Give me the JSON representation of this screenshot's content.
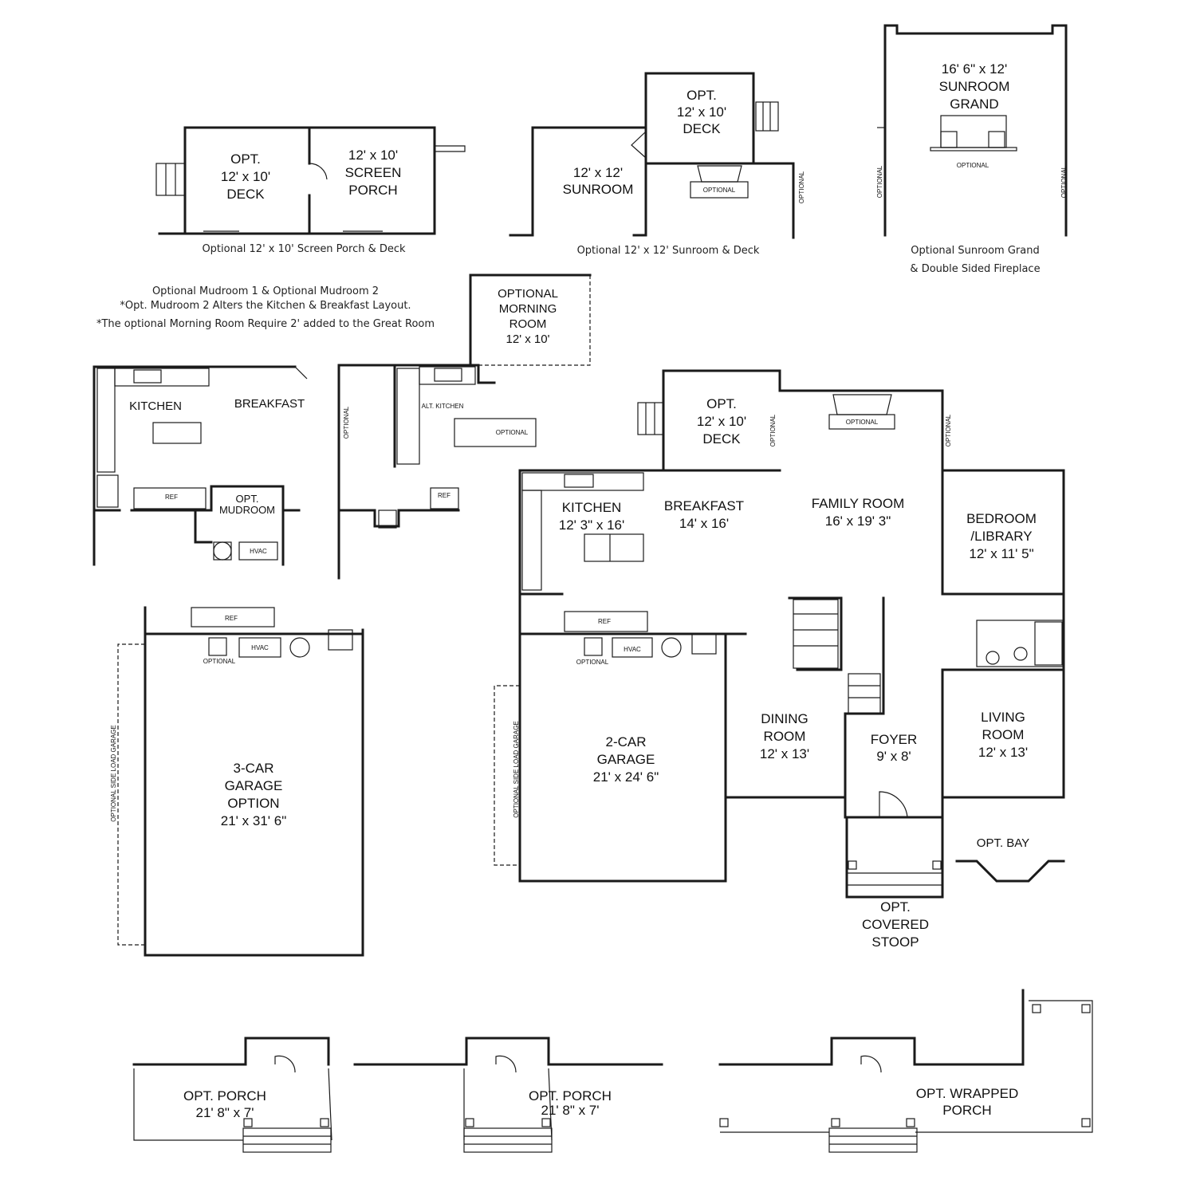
{
  "captions": {
    "screen_porch_deck": "Optional 12' x 10' Screen Porch & Deck",
    "sunroom_deck": "Optional 12' x 12' Sunroom & Deck",
    "sunroom_grand_1": "Optional Sunroom Grand",
    "sunroom_grand_2": "& Double Sided Fireplace",
    "mudroom_1": "Optional Mudroom 1 & Optional Mudroom 2",
    "mudroom_2": "*Opt. Mudroom 2 Alters the Kitchen & Breakfast Layout.",
    "mudroom_3": "*The optional Morning Room Require 2' added to the Great Room"
  },
  "rooms": {
    "opt_deck_a": [
      "OPT.",
      "12' x 10'",
      "DECK"
    ],
    "screen_porch": [
      "12' x 10'",
      "SCREEN",
      "PORCH"
    ],
    "opt_deck_b": [
      "OPT.",
      "12' x 10'",
      "DECK"
    ],
    "sunroom": [
      "12' x 12'",
      "SUNROOM"
    ],
    "sunroom_grand": [
      "16' 6\" x 12'",
      "SUNROOM",
      "GRAND"
    ],
    "morning_room": [
      "OPTIONAL",
      "MORNING",
      "ROOM",
      "12' x 10'"
    ],
    "kitchen_alt": [
      "KITCHEN"
    ],
    "breakfast_alt": [
      "BREAKFAST"
    ],
    "opt_mudroom": [
      "OPT.",
      "MUDROOM"
    ],
    "opt_deck_main": [
      "OPT.",
      "12' x 10'",
      "DECK"
    ],
    "kitchen": [
      "KITCHEN",
      "12' 3\" x 16'"
    ],
    "breakfast": [
      "BREAKFAST",
      "14' x 16'"
    ],
    "family_room": [
      "FAMILY ROOM",
      "16' x 19' 3\""
    ],
    "bedroom_library": [
      "BEDROOM",
      "/LIBRARY",
      "12' x 11' 5\""
    ],
    "dining_room": [
      "DINING",
      "ROOM",
      "12' x 13'"
    ],
    "foyer": [
      "FOYER",
      "9' x 8'"
    ],
    "living_room": [
      "LIVING",
      "ROOM",
      "12' x 13'"
    ],
    "garage_2car": [
      "2-CAR",
      "GARAGE",
      "21' x 24' 6\""
    ],
    "garage_3car": [
      "3-CAR",
      "GARAGE",
      "OPTION",
      "21' x 31' 6\""
    ],
    "opt_bay": [
      "OPT. BAY"
    ],
    "covered_stoop": [
      "OPT.",
      "COVERED",
      "STOOP"
    ],
    "porch_a": [
      "OPT. PORCH",
      "21' 8\" x 7'"
    ],
    "porch_b": [
      "OPT. PORCH",
      "21' 8\" x 7'"
    ],
    "wrapped_porch": [
      "OPT. WRAPPED",
      "PORCH"
    ]
  },
  "small_labels": {
    "optional": "OPTIONAL",
    "alt_kitchen": "ALT. KITCHEN",
    "ref": "REF",
    "hvac": "HVAC",
    "side_load": "OPTIONAL SIDE LOAD GARAGE"
  }
}
